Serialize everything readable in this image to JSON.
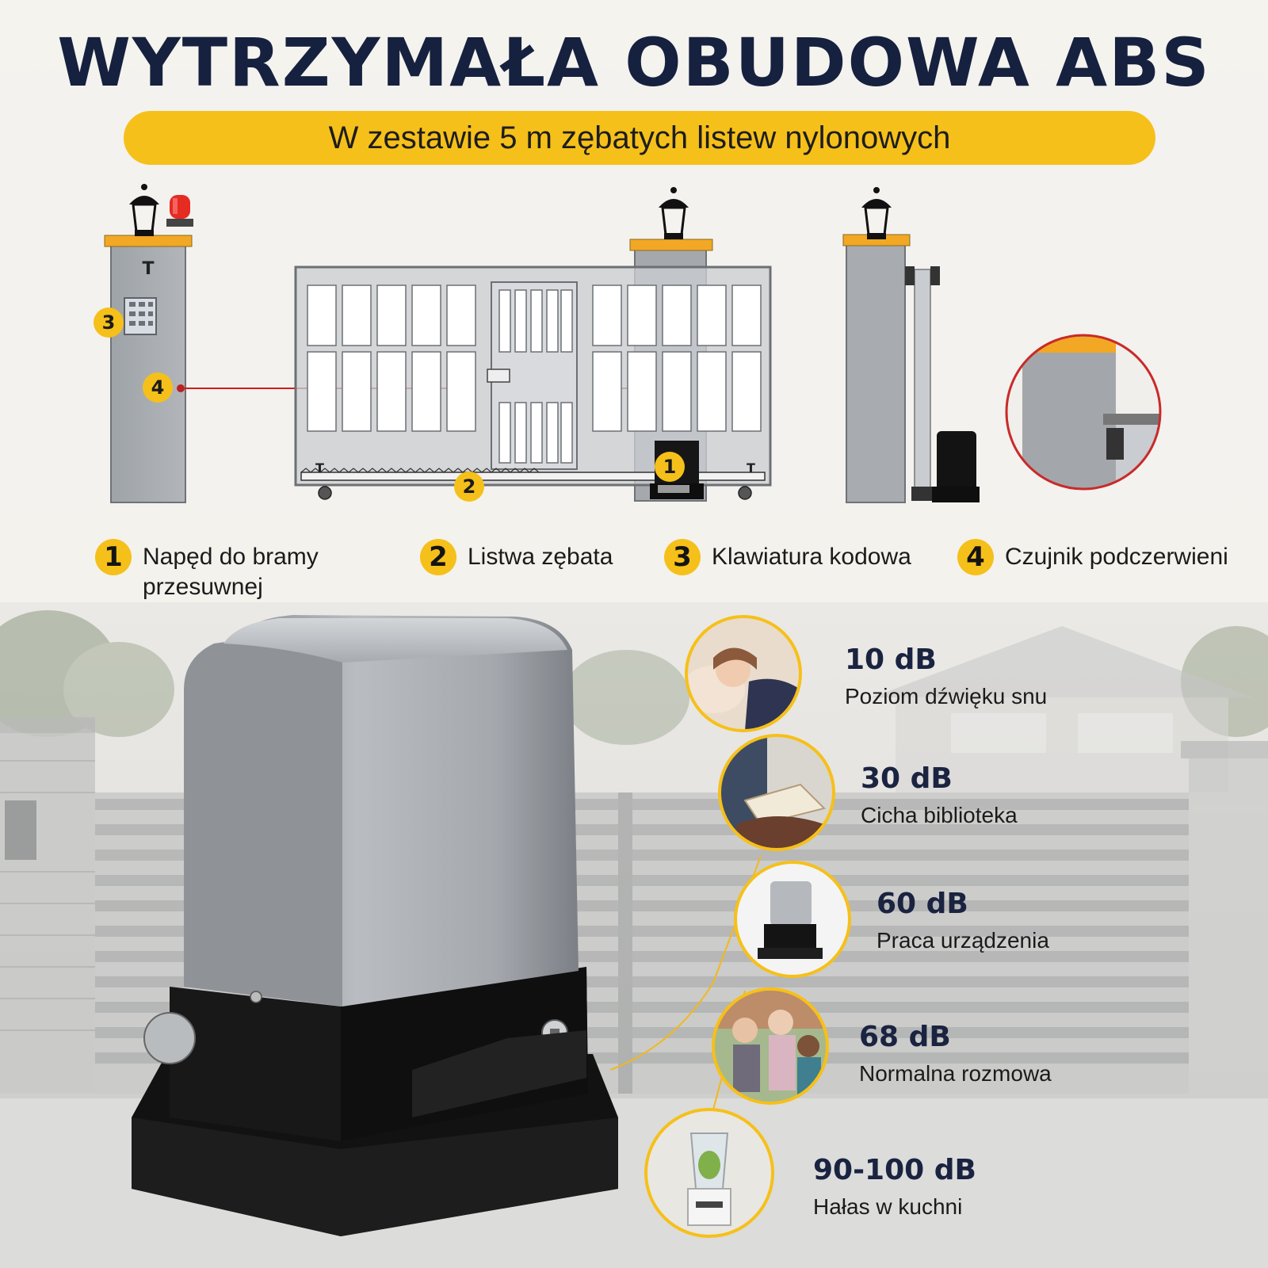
{
  "header": {
    "title": "WYTRZYMAŁA OBUDOWA ABS",
    "banner": "W zestawie 5 m zębatych listew nylonowych"
  },
  "colors": {
    "accent": "#f6c01a",
    "title": "#16213f",
    "metal": "#a9adb2",
    "dark": "#141414",
    "laser": "#d31c1c"
  },
  "diagram": {
    "callouts": [
      "1",
      "2",
      "3",
      "4"
    ]
  },
  "legend": [
    {
      "number": "1",
      "label": "Napęd do bramy przesuwnej"
    },
    {
      "number": "2",
      "label": "Listwa zębata"
    },
    {
      "number": "3",
      "label": "Klawiatura kodowa"
    },
    {
      "number": "4",
      "label": "Czujnik podczerwieni"
    }
  ],
  "noise_levels": [
    {
      "value": "10 dB",
      "label": "Poziom dźwięku snu",
      "icon": "sleeping-child-photo"
    },
    {
      "value": "30 dB",
      "label": "Cicha biblioteka",
      "icon": "reading-book-photo"
    },
    {
      "value": "60 dB",
      "label": "Praca urządzenia",
      "icon": "gate-motor-photo"
    },
    {
      "value": "68 dB",
      "label": "Normalna rozmowa",
      "icon": "conversation-photo"
    },
    {
      "value": "90-100 dB",
      "label": "Hałas w kuchni",
      "icon": "blender-photo"
    }
  ]
}
